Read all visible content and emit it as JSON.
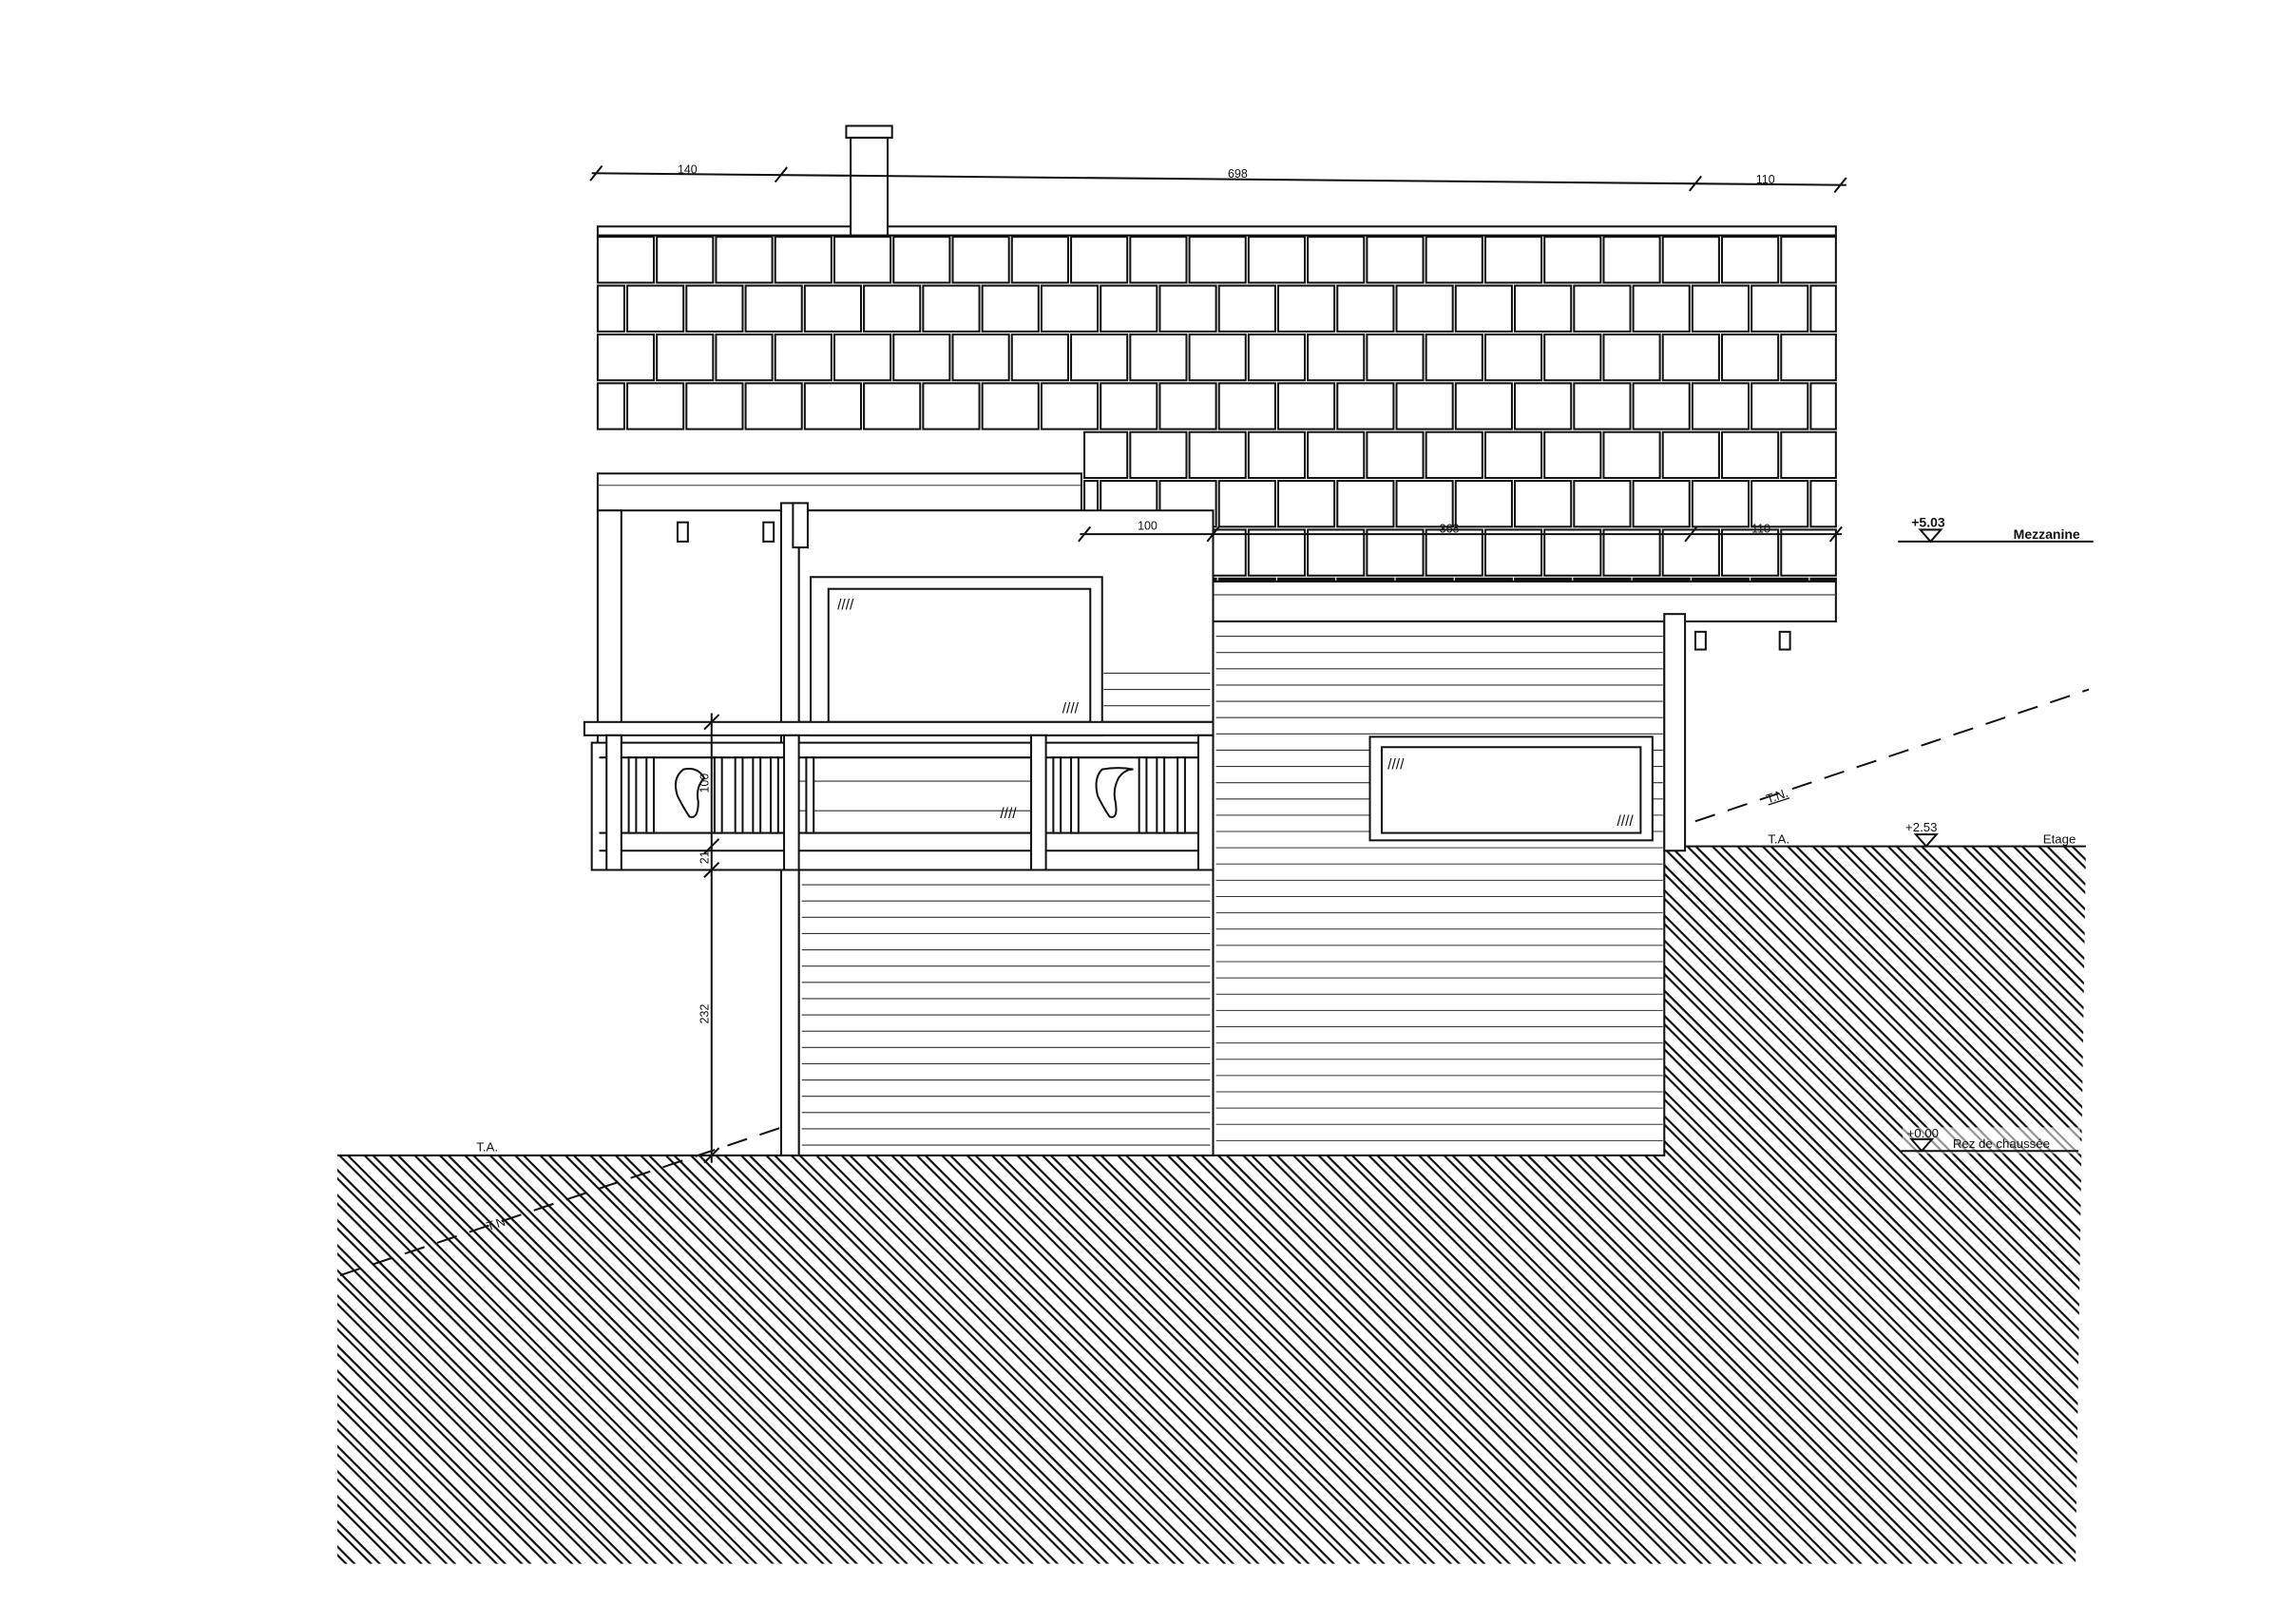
{
  "drawing": {
    "top_dimensions": [
      "140",
      "698",
      "110"
    ],
    "eave_dimensions": [
      "100",
      "368",
      "110"
    ],
    "vertical_dimensions": [
      "100",
      "21",
      "232"
    ],
    "levels": [
      {
        "value": "+5.03",
        "name": "Mezzanine"
      },
      {
        "value": "+2.53",
        "name": "Etage"
      },
      {
        "value": "+0.00",
        "name": "Rez de chaussée"
      }
    ],
    "ground_labels": {
      "finished_left": "T.A.",
      "finished_right": "T.A.",
      "natural_upper": "T.N.",
      "natural_lower": "T.N."
    }
  }
}
